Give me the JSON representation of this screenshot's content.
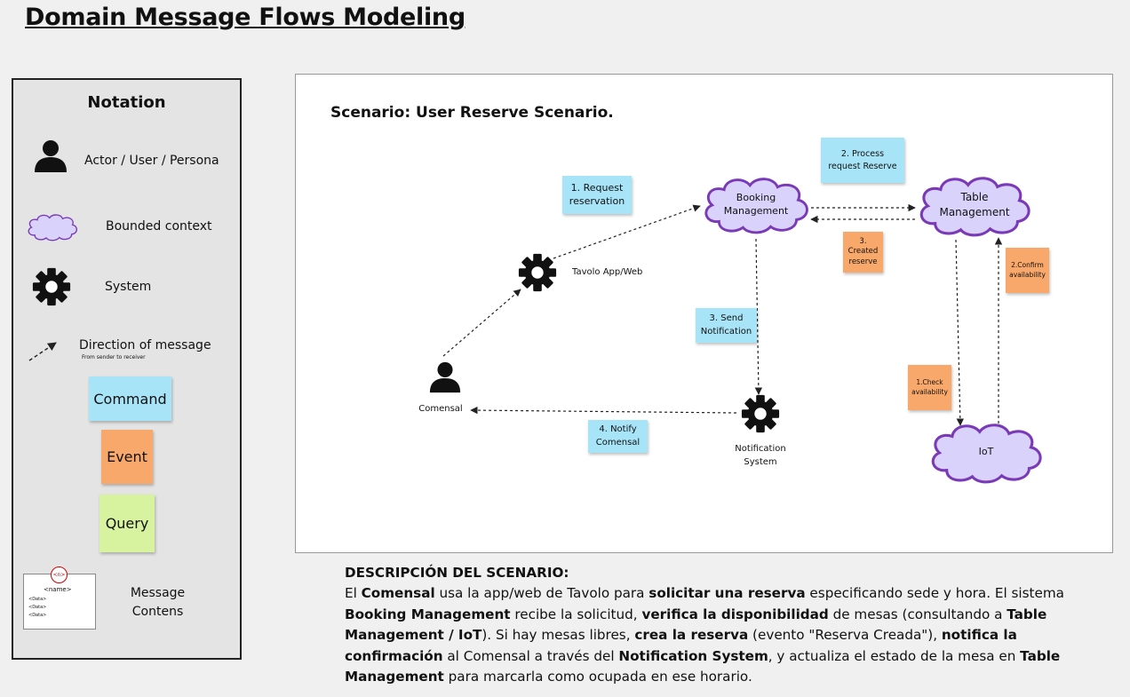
{
  "title": "Domain Message Flows Modeling",
  "notation": {
    "heading": "Notation",
    "actor": "Actor / User / Persona",
    "bounded_context": "Bounded context",
    "system": "System",
    "direction": "Direction of message",
    "direction_sub": "From sender to receiver",
    "command": "Command",
    "event": "Event",
    "query": "Query",
    "message_card": {
      "badge": "<n>",
      "name": "<name>",
      "rows": [
        "<Data>",
        "<Data>",
        "<Data>"
      ]
    },
    "message_contents": "Message\nContens"
  },
  "scenario": {
    "title": "Scenario: User Reserve Scenario.",
    "nodes": {
      "booking": "Booking\nManagement",
      "table": "Table\nManagement",
      "iot": "IoT",
      "app": "Tavolo App/Web",
      "comensal": "Comensal",
      "notification": "Notification\nSystem"
    },
    "messages": {
      "m1": "1. Request\nreservation",
      "m2": "2. Process\nrequest Reserve",
      "m3_event": "3.\nCreated\nreserve",
      "m3_send": "3. Send\nNotification",
      "m4": "4. Notify\nComensal",
      "iot1": "1.Check\navailability",
      "iot2": "2.Confirm\navailability"
    }
  },
  "description": {
    "heading": "DESCRIPCIÓN DEL SCENARIO:",
    "p": [
      {
        "t": "El ",
        "b": false
      },
      {
        "t": "Comensal",
        "b": true
      },
      {
        "t": " usa la app/web de Tavolo para ",
        "b": false
      },
      {
        "t": "solicitar una reserva",
        "b": true
      },
      {
        "t": " especificando sede y hora. El sistema ",
        "b": false
      },
      {
        "t": "Booking Management",
        "b": true
      },
      {
        "t": " recibe la solicitud, ",
        "b": false
      },
      {
        "t": "verifica la disponibilidad",
        "b": true
      },
      {
        "t": " de mesas (consultando a ",
        "b": false
      },
      {
        "t": "Table Management / IoT",
        "b": true
      },
      {
        "t": "). Si hay mesas libres, ",
        "b": false
      },
      {
        "t": "crea la reserva",
        "b": true
      },
      {
        "t": " (evento \"Reserva Creada\"), ",
        "b": false
      },
      {
        "t": "notifica la confirmación",
        "b": true
      },
      {
        "t": " al Comensal a través del ",
        "b": false
      },
      {
        "t": "Notification System",
        "b": true
      },
      {
        "t": ", y actualiza el estado de la mesa en ",
        "b": false
      },
      {
        "t": "Table Management",
        "b": true
      },
      {
        "t": " para marcarla como ocupada en ese horario.",
        "b": false
      }
    ]
  },
  "colors": {
    "command": "#a8e4f7",
    "event": "#f9a86b",
    "query": "#d8f3a0",
    "cloud_fill": "#d9d3fb",
    "cloud_stroke": "#7a3ab8"
  }
}
